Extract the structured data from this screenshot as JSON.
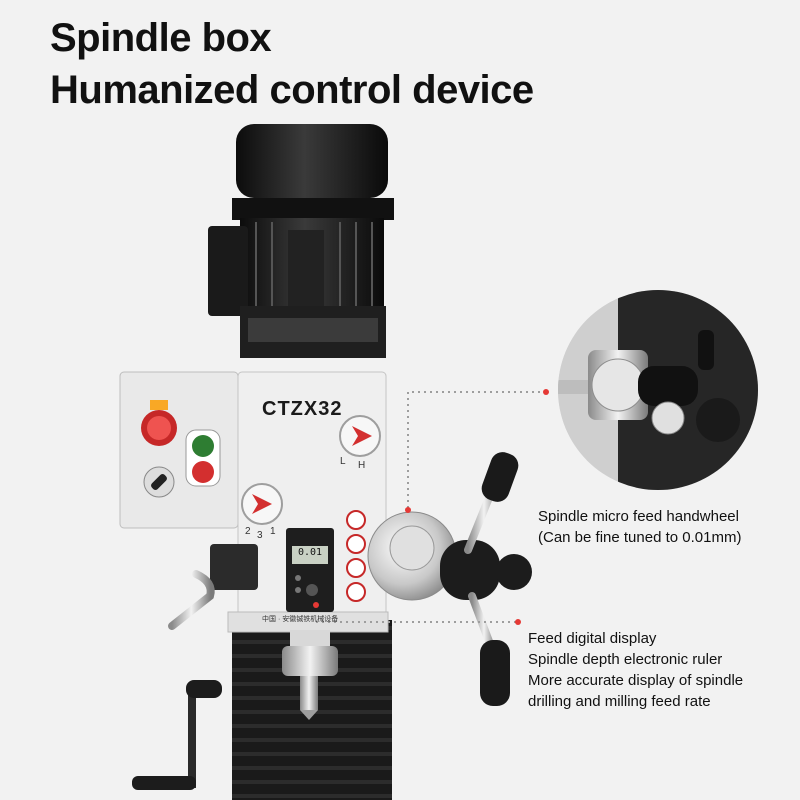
{
  "heading": {
    "line1": "Spindle box",
    "line2": "Humanized control device"
  },
  "machine": {
    "model_label": "CTZX32",
    "plate_text": "中国 · 安徽铖铁机械设备",
    "display_reading": "0.01",
    "gear_labels": [
      "2",
      "3",
      "1"
    ],
    "speed_labels": [
      "L",
      "H"
    ]
  },
  "callouts": {
    "handwheel": {
      "line1": "Spindle micro feed handwheel",
      "line2": "(Can be fine tuned to 0.01mm)"
    },
    "display": {
      "line1": "Feed digital display",
      "line2": "Spindle depth electronic ruler",
      "line3": "More accurate display of spindle",
      "line4": "drilling and milling feed rate"
    }
  },
  "colors": {
    "callout_dot": "#e53935",
    "emergency_stop": "#d32f2f",
    "start_button": "#2e7d32",
    "arrow_red": "#d32f2f"
  }
}
